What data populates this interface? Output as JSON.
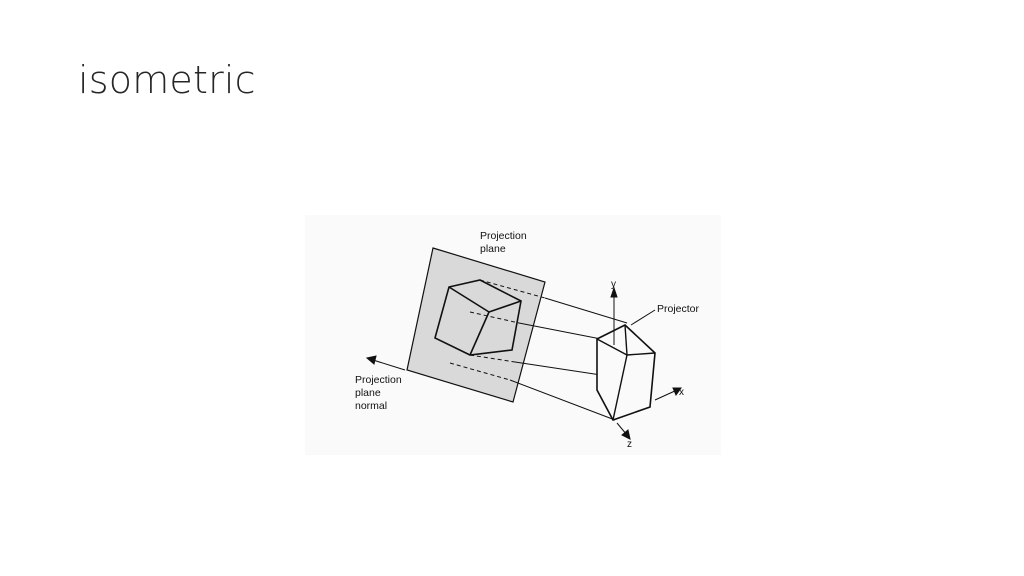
{
  "slide": {
    "title": "isometric"
  },
  "figure": {
    "labels": {
      "projection_plane_line1": "Projection",
      "projection_plane_line2": "plane",
      "projector": "Projector",
      "normal_line1": "Projection",
      "normal_line2": "plane",
      "normal_line3": "normal",
      "axis_x": "x",
      "axis_y": "y",
      "axis_z": "z"
    },
    "colors": {
      "plane_fill": "#d9d9d9",
      "stroke": "#111111",
      "figure_bg": "#fafafa"
    }
  }
}
